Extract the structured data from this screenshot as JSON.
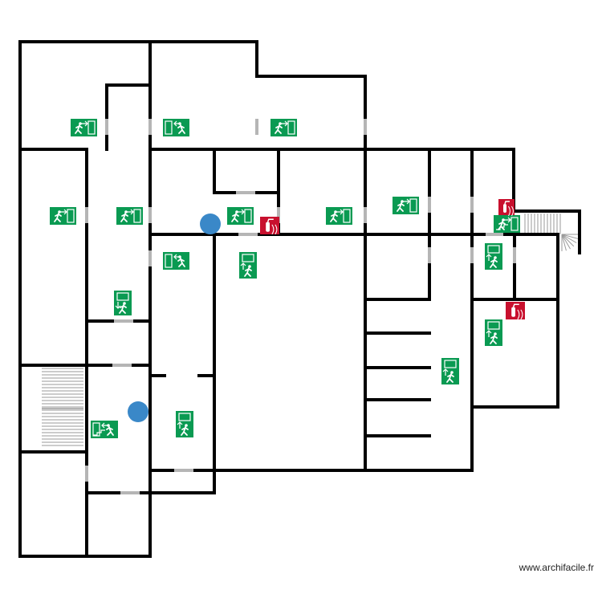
{
  "plan": {
    "wall_color": "#000000",
    "door_color": "#b5b5b5",
    "exit_sign_color": "#0a9a52",
    "fire_sign_color": "#c8102e",
    "marker_color": "#3a88c8",
    "background": "#ffffff"
  },
  "signs": [
    {
      "type": "exit-sign",
      "direction": "right"
    },
    {
      "type": "exit-sign",
      "direction": "left"
    },
    {
      "type": "exit-sign",
      "direction": "right"
    },
    {
      "type": "exit-sign",
      "direction": "right"
    },
    {
      "type": "exit-sign",
      "direction": "right"
    },
    {
      "type": "exit-sign",
      "direction": "right"
    },
    {
      "type": "exit-sign",
      "direction": "right"
    },
    {
      "type": "exit-sign",
      "direction": "right"
    },
    {
      "type": "exit-sign",
      "direction": "left"
    },
    {
      "type": "exit-sign",
      "direction": "down"
    },
    {
      "type": "exit-sign",
      "direction": "up"
    },
    {
      "type": "exit-sign",
      "direction": "up"
    },
    {
      "type": "exit-sign",
      "direction": "up"
    },
    {
      "type": "exit-sign",
      "direction": "up"
    },
    {
      "type": "exit-sign",
      "direction": "up"
    },
    {
      "type": "exit-sign",
      "direction": "stairs-left"
    },
    {
      "type": "exit-sign",
      "direction": "stairs-right"
    },
    {
      "type": "fire-extinguisher-sign"
    },
    {
      "type": "fire-extinguisher-sign"
    },
    {
      "type": "fire-extinguisher-sign"
    }
  ],
  "markers": [
    {
      "type": "assembly-marker"
    },
    {
      "type": "assembly-marker"
    }
  ],
  "watermark": "www.archifacile.fr"
}
